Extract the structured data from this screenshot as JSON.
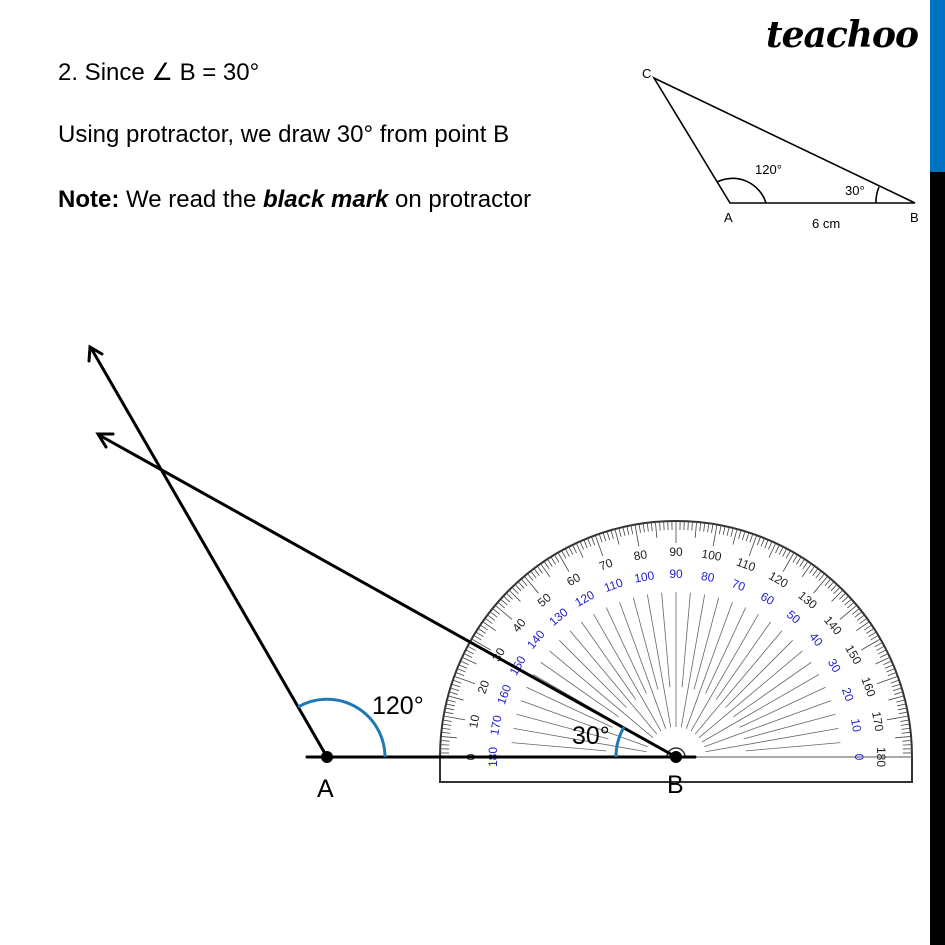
{
  "text": {
    "line1": "2. Since ∠ B = 30°",
    "line2": "Using protractor, we draw 30° from point B",
    "note_label": "Note:",
    "note_pre": " We read the ",
    "note_emph": "black mark",
    "note_post": " on protractor"
  },
  "logo": "teachoo",
  "colors": {
    "accent_blue": "#0070c0",
    "arc_blue": "#1f78b4",
    "scale_blue": "#2222cc"
  },
  "reference_triangle": {
    "vertices": [
      "A",
      "B",
      "C"
    ],
    "angle_A": "120°",
    "angle_B": "30°",
    "side_AB": "6 cm"
  },
  "construction": {
    "point_A": "A",
    "point_B": "B",
    "angle_A_label": "120°",
    "angle_B_label": "30°",
    "angle_A_deg": 120,
    "angle_B_deg": 30
  },
  "protractor": {
    "outer_labels": [
      "0",
      "10",
      "20",
      "30",
      "40",
      "50",
      "60",
      "70",
      "80",
      "90",
      "100",
      "110",
      "120",
      "130",
      "140",
      "150",
      "160",
      "170",
      "180"
    ],
    "inner_labels": [
      "180",
      "170",
      "160",
      "150",
      "140",
      "130",
      "120",
      "110",
      "100",
      "90",
      "80",
      "70",
      "60",
      "50",
      "40",
      "30",
      "20",
      "10",
      "0"
    ]
  }
}
